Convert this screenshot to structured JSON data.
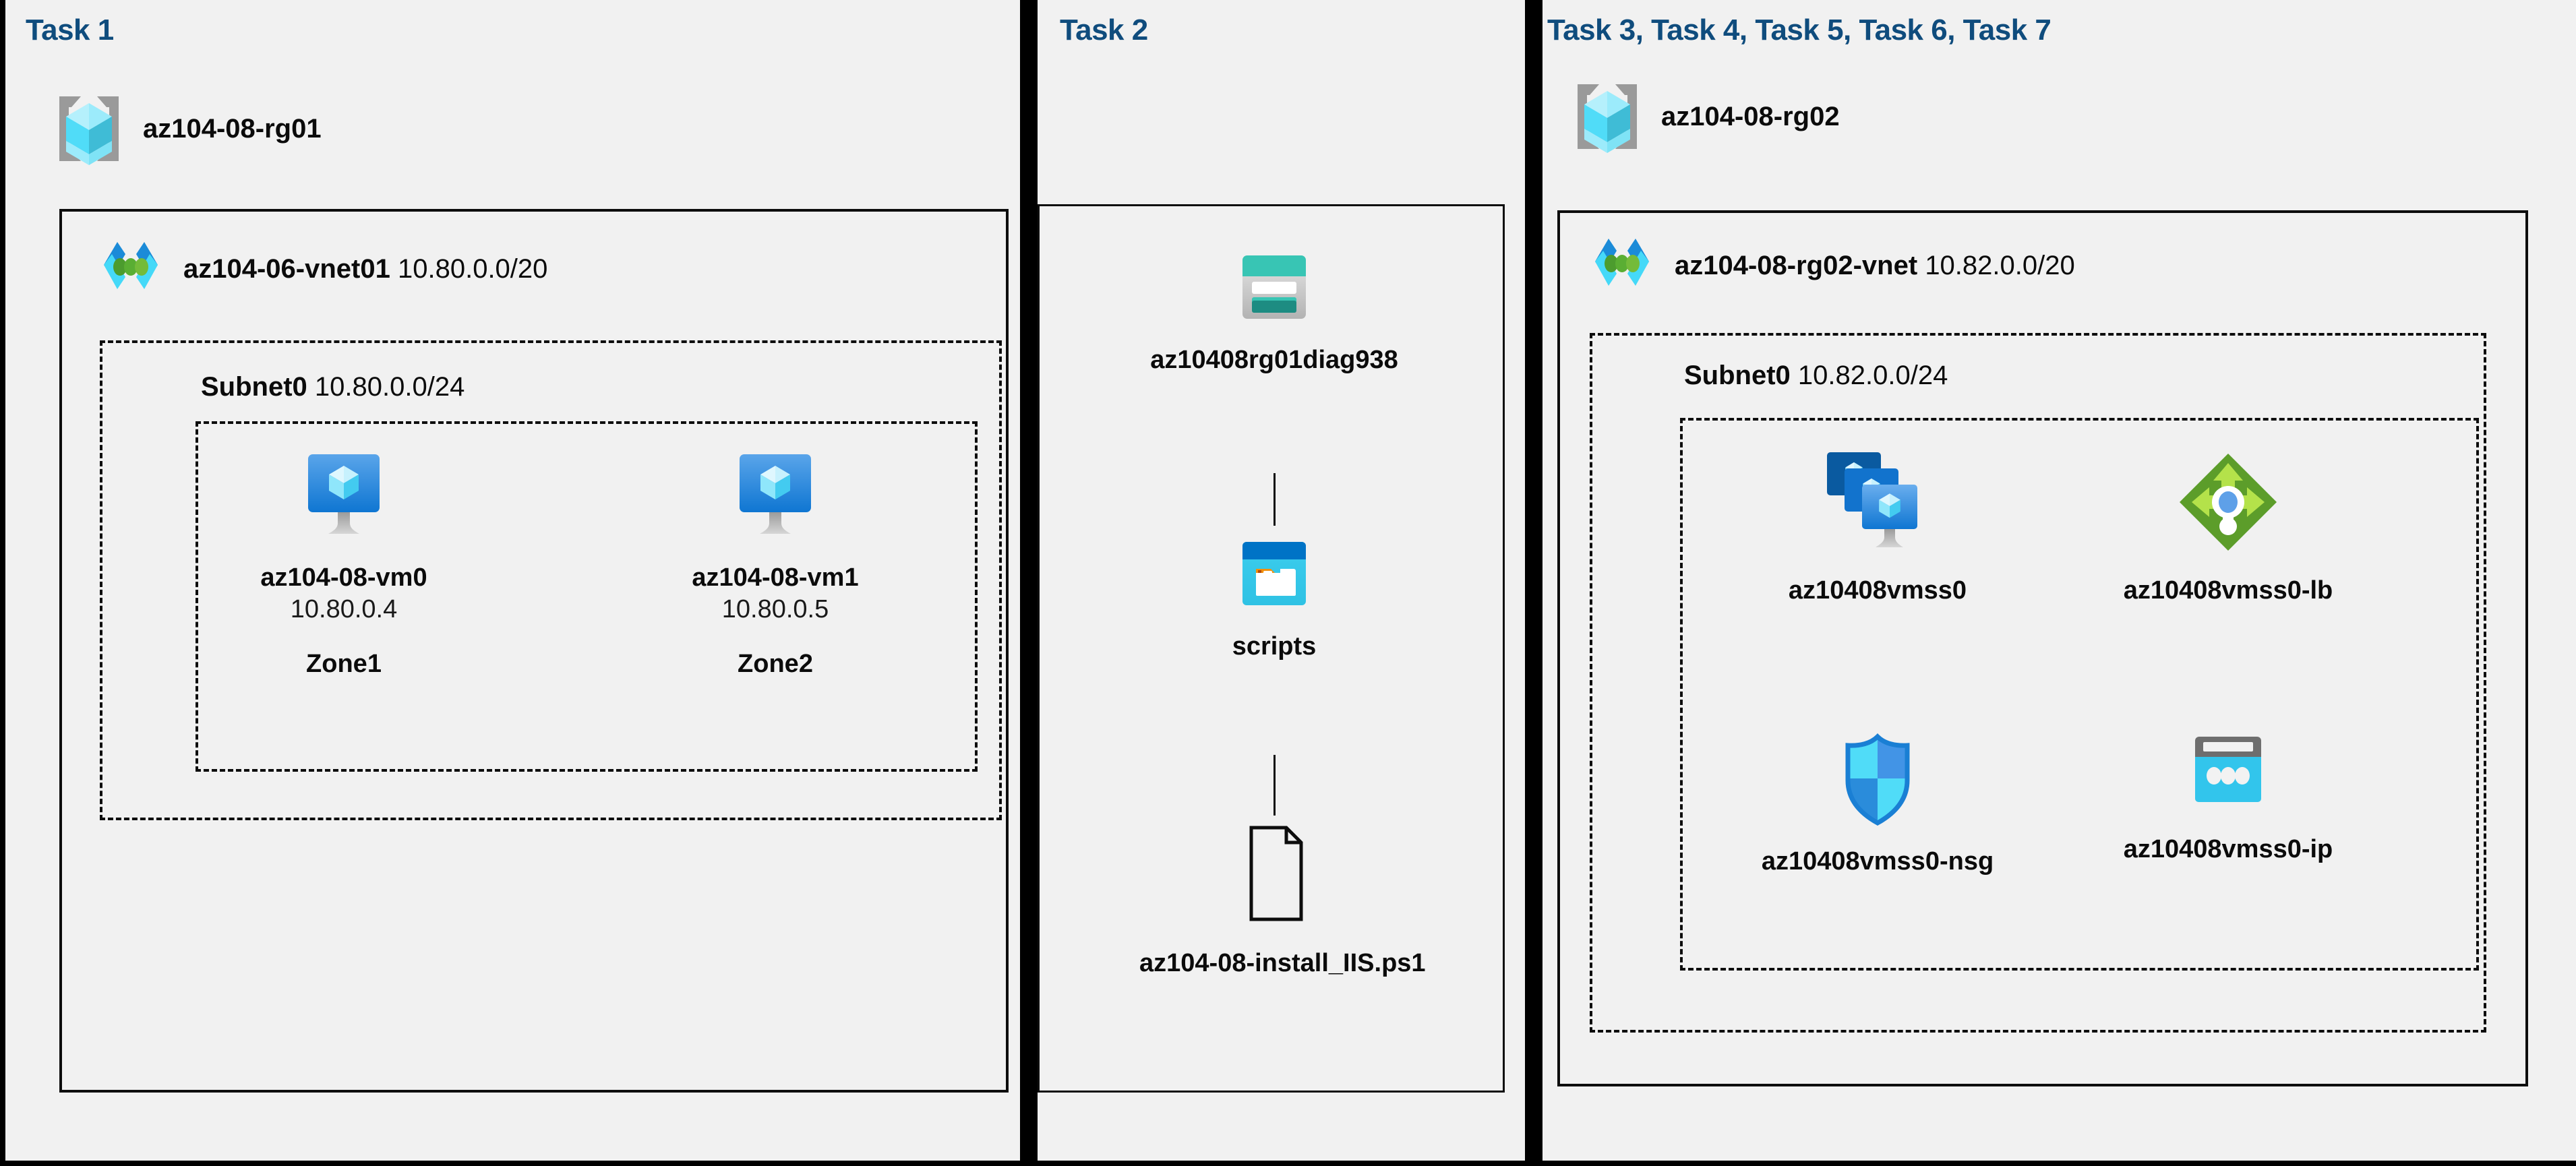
{
  "diagram": {
    "background_color": "#f1f1f1",
    "task_label_color": "#0f4c7d",
    "border_color": "#0d0d0d"
  },
  "columns": [
    {
      "id": "task1",
      "heading": "Task 1",
      "resource_group": {
        "name": "az104-08-rg01",
        "icon": "resource-group-icon"
      },
      "vnet": {
        "name": "az104-06-vnet01",
        "cidr": "10.80.0.0/20",
        "icon": "virtual-network-icon"
      },
      "subnet": {
        "name": "Subnet0",
        "cidr": "10.80.0.0/24"
      },
      "vms": [
        {
          "name": "az104-08-vm0",
          "ip": "10.80.0.4",
          "zone": "Zone1",
          "icon": "virtual-machine-icon"
        },
        {
          "name": "az104-08-vm1",
          "ip": "10.80.0.5",
          "zone": "Zone2",
          "icon": "virtual-machine-icon"
        }
      ]
    },
    {
      "id": "task2",
      "heading": "Task 2",
      "chain": [
        {
          "name": "az10408rg01diag938",
          "icon": "storage-account-icon"
        },
        {
          "name": "scripts",
          "icon": "blob-container-icon"
        },
        {
          "name": "az104-08-install_IIS.ps1",
          "icon": "file-icon"
        }
      ]
    },
    {
      "id": "task3-7",
      "heading": "Task 3, Task 4, Task 5, Task 6, Task 7",
      "resource_group": {
        "name": "az104-08-rg02",
        "icon": "resource-group-icon"
      },
      "vnet": {
        "name": "az104-08-rg02-vnet",
        "cidr": "10.82.0.0/20",
        "icon": "virtual-network-icon"
      },
      "subnet": {
        "name": "Subnet0",
        "cidr": "10.82.0.0/24"
      },
      "resources": [
        {
          "name": "az10408vmss0",
          "icon": "vm-scale-set-icon"
        },
        {
          "name": "az10408vmss0-lb",
          "icon": "load-balancer-icon"
        },
        {
          "name": "az10408vmss0-nsg",
          "icon": "network-security-group-icon"
        },
        {
          "name": "az10408vmss0-ip",
          "icon": "public-ip-address-icon"
        }
      ]
    }
  ]
}
